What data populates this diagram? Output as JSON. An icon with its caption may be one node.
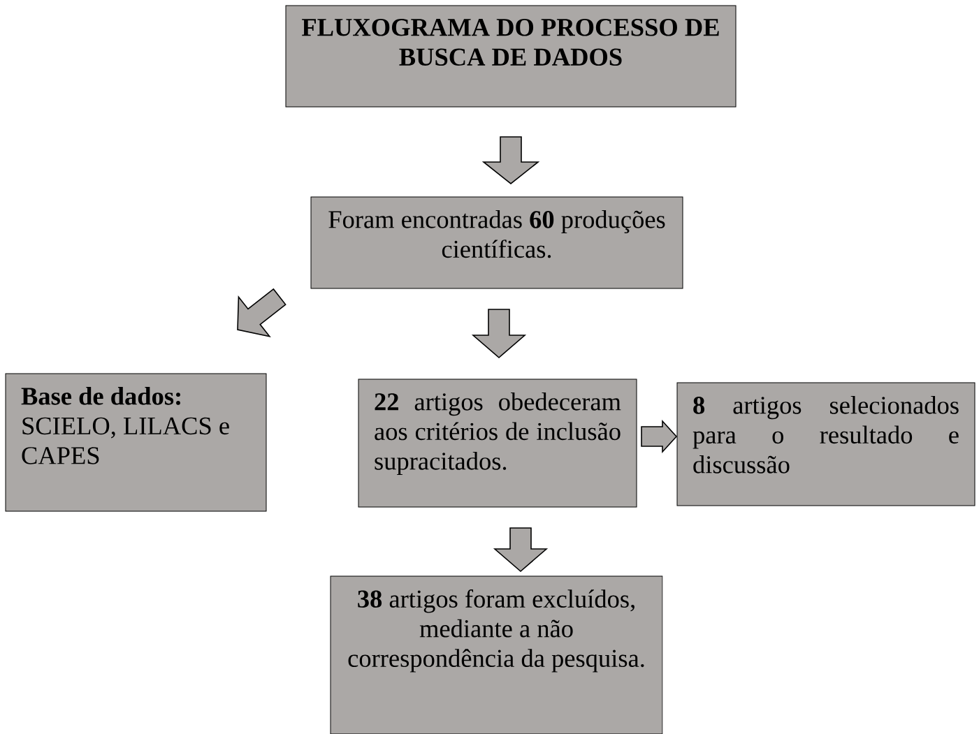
{
  "diagram": {
    "nodes": [
      {
        "text": [
          "FLUXOGRAMA DO PROCESSO DE BUSCA DE DADOS"
        ]
      },
      {
        "text": [
          "Foram encontradas **60** produções científicas."
        ]
      },
      {
        "text": [
          "**Base de dados:** SCIELO, LILACS e CAPES"
        ]
      },
      {
        "text": [
          "**22** artigos obedeceram aos critérios de inclusão supracitados."
        ]
      },
      {
        "text": [
          "**8** artigos selecionados para o resultado e discussão"
        ]
      },
      {
        "text": [
          "**38** artigos foram excluídos, mediante a não correspondência da pesquisa."
        ]
      }
    ],
    "edges": [
      {
        "from": 0,
        "to": 1,
        "arrow": "to"
      },
      {
        "from": 1,
        "to": 2,
        "arrow": "to"
      },
      {
        "from": 1,
        "to": 3,
        "arrow": "to"
      },
      {
        "from": 3,
        "to": 4,
        "arrow": "to"
      },
      {
        "from": 3,
        "to": 5,
        "arrow": "to"
      }
    ]
  }
}
